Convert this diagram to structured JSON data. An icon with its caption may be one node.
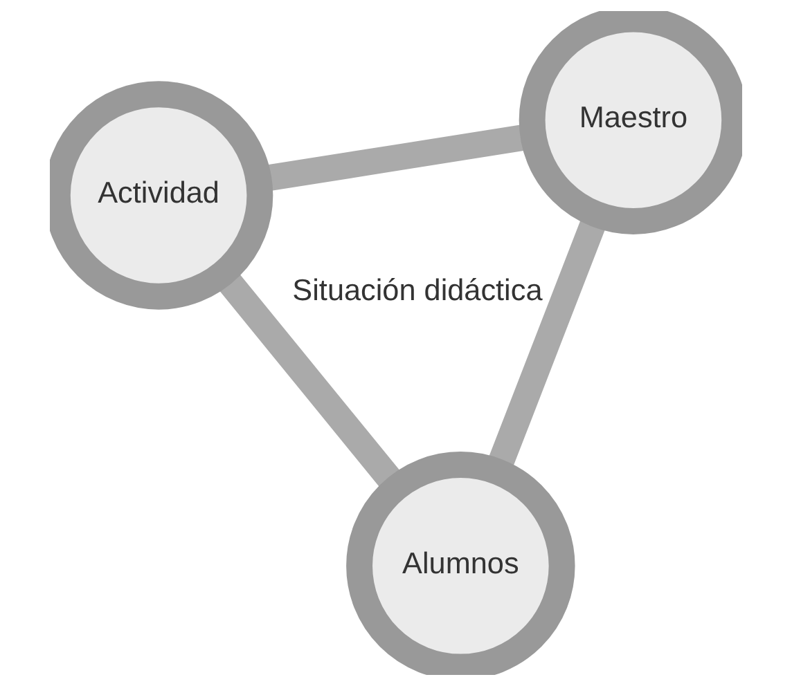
{
  "diagram": {
    "nodes": [
      {
        "text": [
          "Actividad"
        ]
      },
      {
        "text": [
          "Maestro"
        ]
      },
      {
        "text": [
          "Alumnos"
        ]
      }
    ],
    "edges": [
      {
        "from": 0,
        "to": 1,
        "arrow": "none"
      },
      {
        "from": 0,
        "to": 2,
        "arrow": "none"
      },
      {
        "from": 1,
        "to": 2,
        "arrow": "none"
      }
    ],
    "labels": [
      "Situación didáctica"
    ]
  }
}
